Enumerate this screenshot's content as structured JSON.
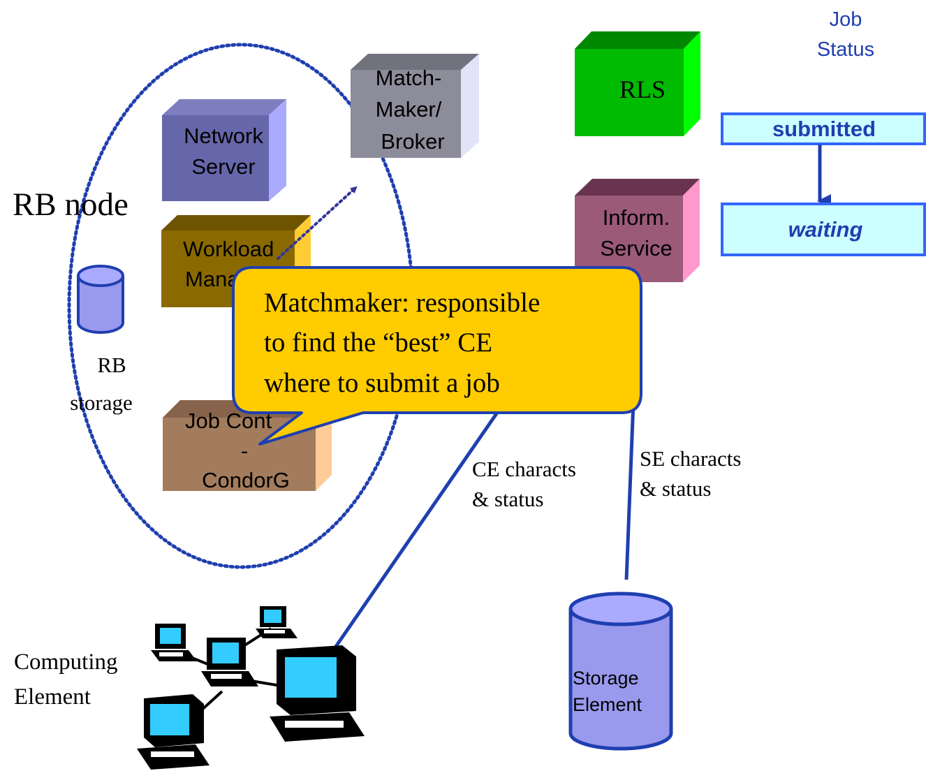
{
  "rb_node": {
    "label": "RB node",
    "ellipse_style": "dotted",
    "ellipse_color": "#1f3fb0"
  },
  "components": {
    "network_server": {
      "line1": "Network",
      "line2": "Server",
      "color": "#6666aa"
    },
    "match_maker": {
      "line1": "Match-",
      "line2": "Maker/",
      "line3": "Broker",
      "color": "#8c8c9a"
    },
    "workload_manager": {
      "line1": "Workload",
      "line2": "Mana",
      "color": "#8a6a00"
    },
    "job_controller": {
      "line1": "Job Cont",
      "line2": "-",
      "line3": "CondorG",
      "color": "#a27c5c"
    },
    "rls": {
      "label": "RLS",
      "color": "#00bb00"
    },
    "inform_service": {
      "line1": "Inform.",
      "line2": "Service",
      "color": "#9a5a78"
    }
  },
  "rb_storage": {
    "line1": "RB",
    "line2": "storage",
    "color": "#9999ee"
  },
  "storage_element": {
    "line1": "Storage",
    "line2": "Element",
    "color": "#9999ee"
  },
  "computing_element": {
    "line1": "Computing",
    "line2": "Element",
    "icon": "computer-network-icon"
  },
  "links": {
    "ce_label_line1": "CE characts",
    "ce_label_line2": "& status",
    "se_label_line1": "SE characts",
    "se_label_line2": "& status",
    "color": "#1f3fb0"
  },
  "callout": {
    "line1": "Matchmaker: responsible",
    "line2": "to find the “best” CE",
    "line3": "where to submit a job",
    "color": "#ffcc00"
  },
  "job_status": {
    "title_line1": "Job",
    "title_line2": "Status",
    "states": [
      "submitted",
      "waiting"
    ],
    "box_color": "#ccffff",
    "border_color": "#3366ff"
  }
}
